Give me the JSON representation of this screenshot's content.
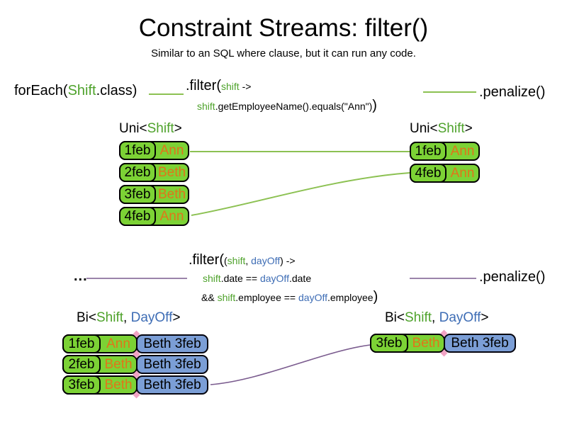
{
  "slide": {
    "title": "Constraint Streams: filter()",
    "subtitle": "Similar to an SQL where clause, but it can run any code."
  },
  "colors": {
    "green_box": "#7CD235",
    "green_text": "#4EA22B",
    "blue_box": "#7B9ED6",
    "blue_text": "#3E6DB5",
    "orange_text": "#E0751A",
    "connector_green": "#8CC152",
    "connector_purple": "#7A5B8E",
    "seam_diamond": "#F1A3C4"
  },
  "uni": {
    "foreach": {
      "p1": "forEach(",
      "p2": "Shift",
      "p3": ".class)"
    },
    "filter": {
      "head": ".filter(",
      "param": "shift",
      "arrow": " ->",
      "body": {
        "v": "shift",
        "rest": ".getEmployeeName().equals(\"Ann\")",
        "close": ")"
      }
    },
    "penalize": ".penalize()",
    "label": {
      "p1": "Uni<",
      "p2": "Shift",
      "p3": ">"
    },
    "left_rows": [
      {
        "date": "1feb",
        "employee": "Ann"
      },
      {
        "date": "2feb",
        "employee": "Beth"
      },
      {
        "date": "3feb",
        "employee": "Beth"
      },
      {
        "date": "4feb",
        "employee": "Ann"
      }
    ],
    "right_rows": [
      {
        "date": "1feb",
        "employee": "Ann"
      },
      {
        "date": "4feb",
        "employee": "Ann"
      }
    ]
  },
  "bi": {
    "source": "...",
    "filter": {
      "head": ".filter(",
      "popen": "(",
      "param1": "shift",
      "comma": ", ",
      "param2": "dayOff",
      "pclose": ")",
      "arrow": " ->",
      "line2": {
        "v1": "shift",
        "m1": ".date == ",
        "v2": "dayOff",
        "m2": ".date"
      },
      "line3": {
        "pre": "&& ",
        "v1": "shift",
        "m1": ".employee == ",
        "v2": "dayOff",
        "m2": ".employee",
        "close": ")"
      }
    },
    "penalize": ".penalize()",
    "label": {
      "p1": "Bi<",
      "p2": "Shift",
      "p3": ", ",
      "p4": "DayOff",
      "p5": ">"
    },
    "left_rows": [
      {
        "date": "1feb",
        "employee": "Ann",
        "dayoff": "Beth 3feb"
      },
      {
        "date": "2feb",
        "employee": "Beth",
        "dayoff": "Beth 3feb"
      },
      {
        "date": "3feb",
        "employee": "Beth",
        "dayoff": "Beth 3feb"
      }
    ],
    "right_rows": [
      {
        "date": "3feb",
        "employee": "Beth",
        "dayoff": "Beth 3feb"
      }
    ]
  }
}
